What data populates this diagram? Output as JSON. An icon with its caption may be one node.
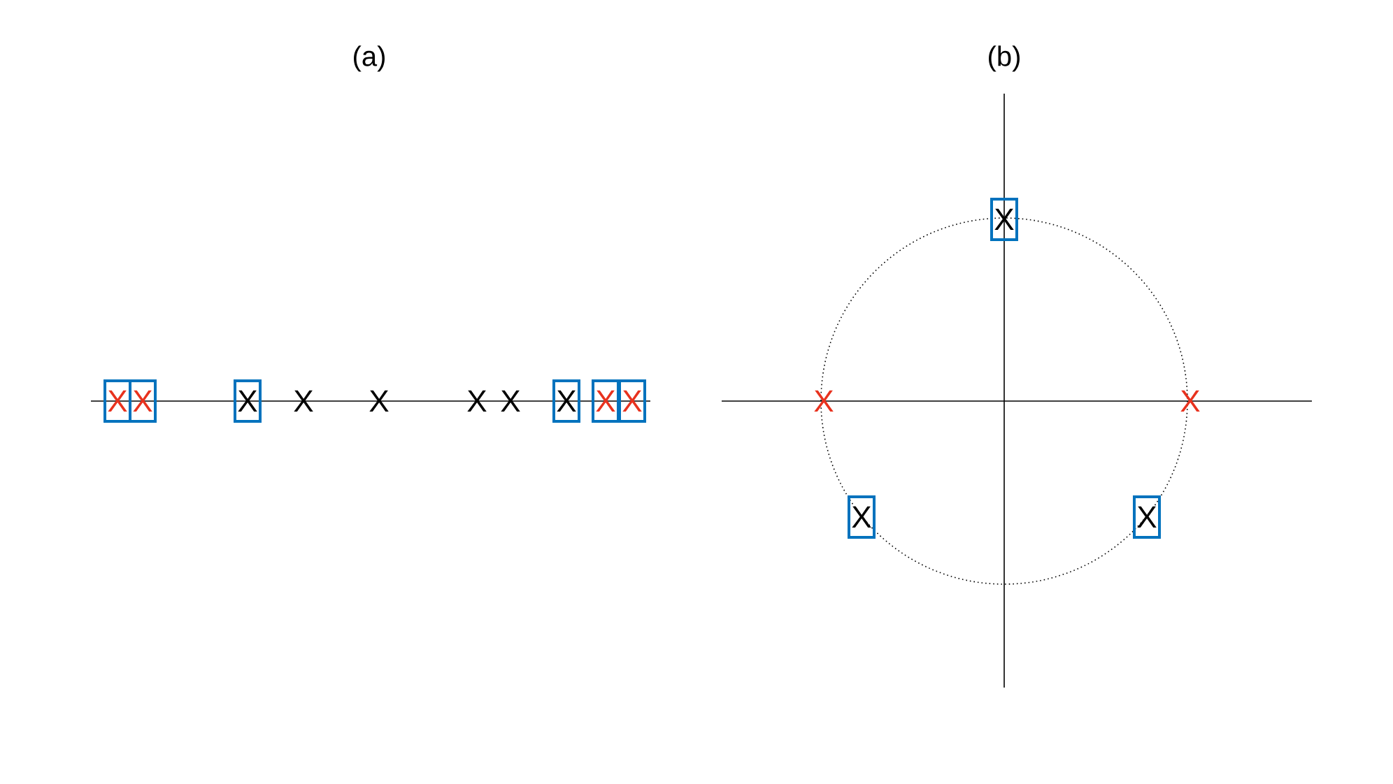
{
  "diagram": {
    "nodes": [
      {
        "text": [
          "X"
        ]
      },
      {
        "text": [
          "X"
        ]
      },
      {
        "text": [
          "X"
        ]
      },
      {
        "text": [
          "X"
        ]
      },
      {
        "text": [
          "X"
        ]
      },
      {
        "text": [
          "X"
        ]
      },
      {
        "text": [
          "X"
        ]
      },
      {
        "text": [
          "X"
        ]
      },
      {
        "text": [
          "X"
        ]
      }
    ],
    "labels": [
      "(a)",
      "(b)",
      "X",
      "X",
      "X",
      "X",
      "X",
      "X"
    ]
  }
}
